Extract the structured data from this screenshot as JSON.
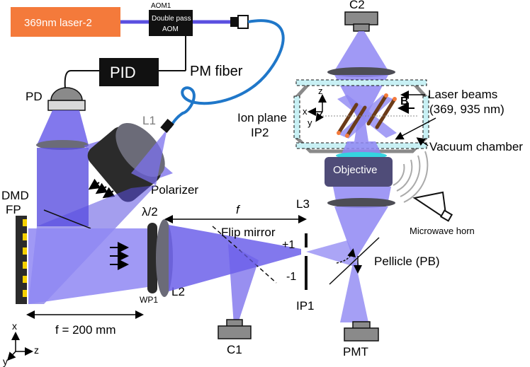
{
  "labels": {
    "laser": "369nm laser-2",
    "aom_title": "AOM1",
    "aom_line1": "Double pass",
    "aom_line2": "AOM",
    "pid": "PID",
    "pm_fiber": "PM fiber",
    "pd": "PD",
    "l1": "L1",
    "polarizer": "Polarizer",
    "c2": "C2",
    "laser_beams_line1": "Laser beams",
    "laser_beams_line2": "(369, 935 nm)",
    "b_field": "B",
    "ion_plane_line1": "Ion plane",
    "ion_plane_line2": "IP2",
    "axis_z_chamber": "z",
    "axis_x_chamber": "x",
    "axis_y_chamber": "y",
    "vacuum_chamber": "Vacuum chamber",
    "objective": "Objective",
    "dmd_line1": "DMD",
    "dmd_line2": "FP",
    "half_wave": "λ/2",
    "f_label": "f",
    "l3": "L3",
    "flip_mirror": "Flip mirror",
    "plus_one": "+1",
    "minus_one": "-1",
    "microwave_horn": "Microwave horn",
    "pellicle": "Pellicle (PB)",
    "l2": "L2",
    "wp1": "WP1",
    "ip1": "IP1",
    "focal_length": "f = 200 mm",
    "c1": "C1",
    "pmt": "PMT",
    "axis_x_bottom": "x",
    "axis_z_bottom": "z",
    "axis_y_bottom": "y"
  },
  "colors": {
    "laser_box": "#f47a3b",
    "beam": "#5a4fe0",
    "beam_light": "#8f87f3",
    "fiber": "#1f77c9",
    "dark_component": "#1a1a1a",
    "gray_component": "#6b6b78",
    "objective": "#4f4c78",
    "chamber_wall": "#8a8a8a",
    "window": "#c8f0f4",
    "ion_rod": "#6b3b18",
    "dmd_stripes": "#f5d000"
  }
}
